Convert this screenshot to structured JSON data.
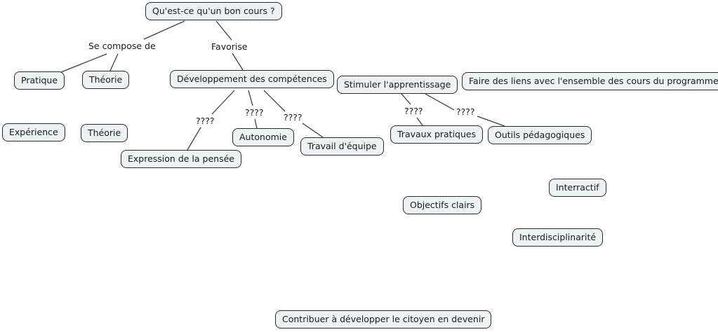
{
  "colors": {
    "background": "#ffffff",
    "node_fill": "#edf2f5",
    "node_border": "#2b2b2b",
    "line": "#3a3a3a",
    "text": "#1a1a1a"
  },
  "nodes": {
    "root": "Qu'est-ce qu'un bon cours ?",
    "pratique": "Pratique",
    "theorie_1": "Théorie",
    "developpement": "Développement des compétences",
    "stimuler": "Stimuler l'apprentissage",
    "faire_liens": "Faire des liens avec l'ensemble des cours du programme",
    "experience": "Expérience",
    "theorie_2": "Théorie",
    "expression": "Expression de la pensée",
    "autonomie": "Autonomie",
    "travail_equipe": "Travail d'équipe",
    "travaux_pratiques": "Travaux pratiques",
    "outils_pedagogiques": "Outils pédagogiques",
    "interractif": "Interractif",
    "objectifs_clairs": "Objectifs clairs",
    "interdisciplinarite": "Interdisciplinarité",
    "contribuer": "Contribuer à développer le citoyen en devenir"
  },
  "linking_phrases": {
    "se_compose_de": "Se compose de",
    "favorise": "Favorise",
    "q1": "????",
    "q2": "????",
    "q3": "????",
    "q4": "????",
    "q5": "????"
  },
  "relations": [
    {
      "from": "Qu'est-ce qu'un bon cours ?",
      "label": "Se compose de",
      "to": [
        "Pratique",
        "Théorie"
      ]
    },
    {
      "from": "Qu'est-ce qu'un bon cours ?",
      "label": "Favorise",
      "to": [
        "Développement des compétences"
      ]
    },
    {
      "from": "Développement des compétences",
      "label": "????",
      "to": [
        "Expression de la pensée"
      ]
    },
    {
      "from": "Développement des compétences",
      "label": "????",
      "to": [
        "Autonomie"
      ]
    },
    {
      "from": "Développement des compétences",
      "label": "????",
      "to": [
        "Travail d'équipe"
      ]
    },
    {
      "from": "Stimuler l'apprentissage",
      "label": "????",
      "to": [
        "Travaux pratiques"
      ]
    },
    {
      "from": "Stimuler l'apprentissage",
      "label": "????",
      "to": [
        "Outils pédagogiques"
      ]
    }
  ]
}
